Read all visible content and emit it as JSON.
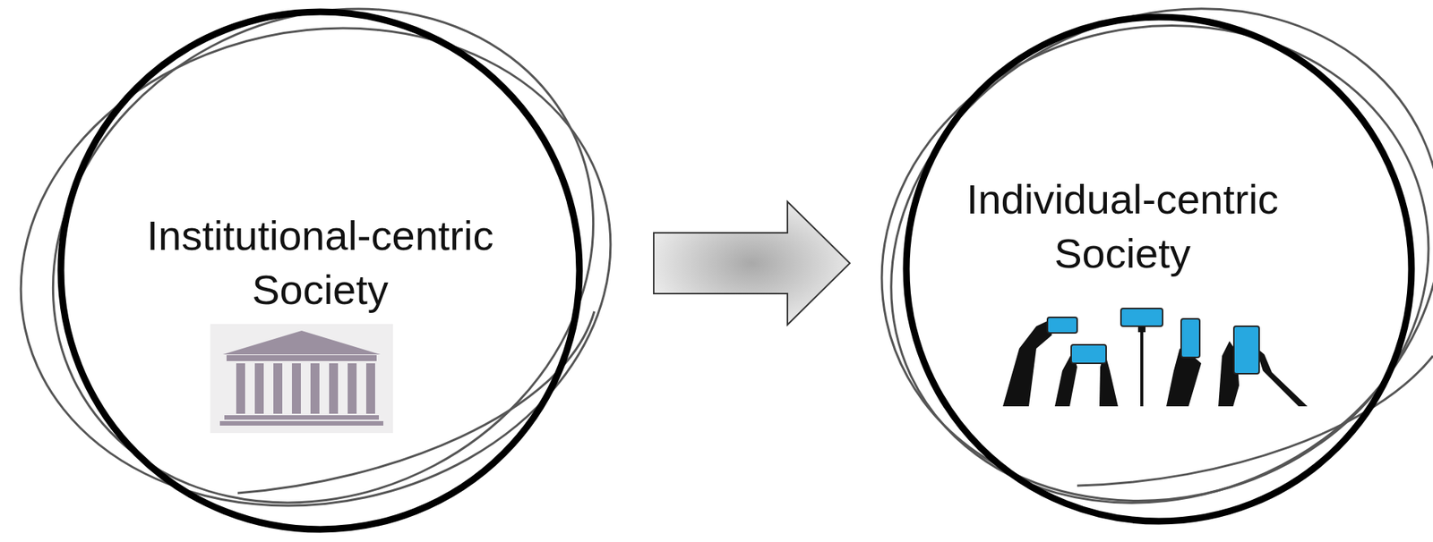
{
  "diagram": {
    "nodes": [
      {
        "text": [
          "Institutional-centric Society"
        ]
      },
      {
        "text": [
          "Individual-centric Society"
        ]
      }
    ],
    "edges": [
      {
        "from": 0,
        "to": 1,
        "arrow": "to"
      }
    ]
  }
}
